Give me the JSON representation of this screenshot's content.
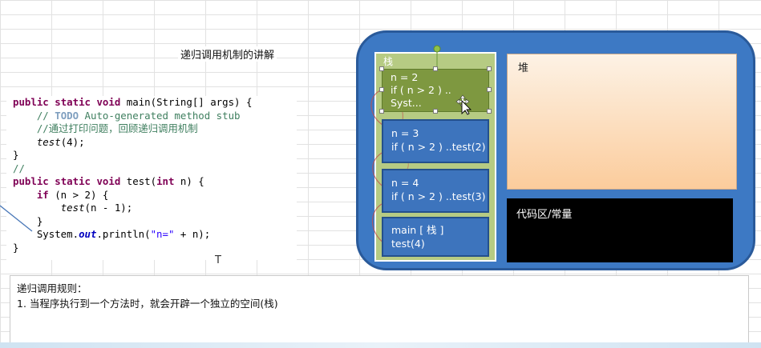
{
  "title": "递归调用机制的讲解",
  "code": {
    "l1_kw1": "public",
    "l1_kw2": "static",
    "l1_kw3": "void",
    "l1_rest": " main(String[] args) {",
    "l2_cm": "// ",
    "l2_todo": "TODO",
    "l2_rest": " Auto-generated method stub",
    "l3": "//通过打印问题，回顾递归调用机制",
    "l4_call": "test",
    "l4_rest": "(4);",
    "l5": "}",
    "l6": "//",
    "l7_kw1": "public",
    "l7_kw2": "static",
    "l7_kw3": "void",
    "l7_mid": " test(",
    "l7_kw4": "int",
    "l7_rest": " n) {",
    "l8_kw": "if",
    "l8_rest": " (n > 2) {",
    "l9_call": "test",
    "l9_rest": "(n - 1);",
    "l10": "}",
    "l11_a": "System.",
    "l11_out": "out",
    "l11_b": ".println(",
    "l11_str": "\"n=\"",
    "l11_c": " + n);",
    "l12": "}"
  },
  "stack": {
    "label": "栈",
    "frames": [
      {
        "line1": "n = 2",
        "line2": "if ( n > 2 ) ..",
        "line3": "Syst..."
      },
      {
        "line1": "n = 3",
        "line2": "if ( n > 2 ) ..test(2)"
      },
      {
        "line1": "n = 4",
        "line2": "if ( n > 2 ) ..test(3)"
      },
      {
        "line1": "main [ 栈 ]",
        "line2": "test(4)"
      }
    ]
  },
  "heap": {
    "label": "堆"
  },
  "code_area": {
    "label": "代码区/常量"
  },
  "rules": {
    "heading": "递归调用规则：",
    "item1": "1. 当程序执行到一个方法时，就会开辟一个独立的空间(栈)"
  },
  "colors": {
    "panel": "#3d79c4",
    "stack": "#b6cb83",
    "frame": "#3d74bd",
    "active_frame": "#7e9840",
    "code_area": "#000000"
  }
}
